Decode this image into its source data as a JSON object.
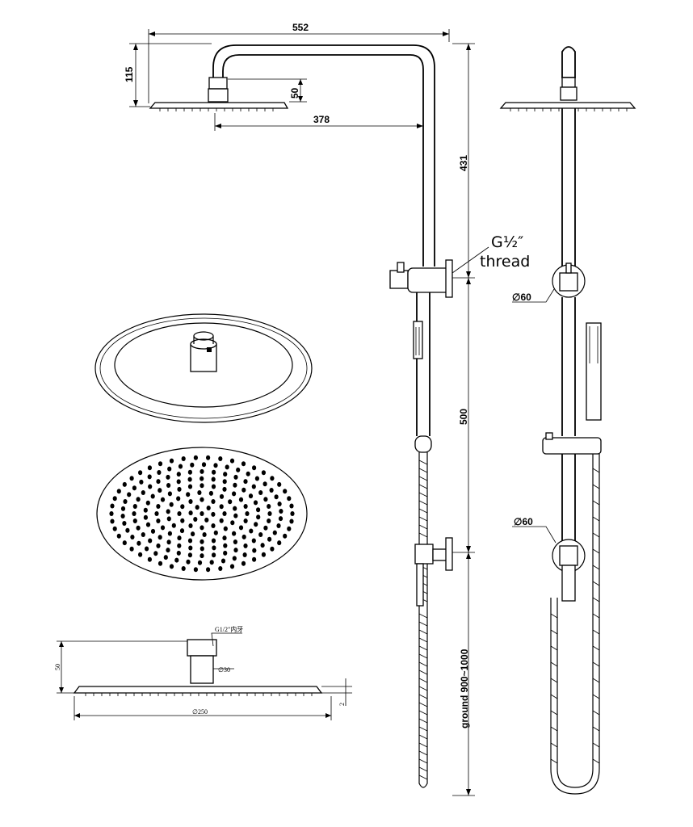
{
  "dimensions": {
    "arm_width": "552",
    "head_height": "115",
    "head_drop": "50",
    "arm_reach": "378",
    "riser_top": "431",
    "riser_mid": "500",
    "ground": "ground 900~1000",
    "bracket_dia_1": "∅60",
    "bracket_dia_2": "∅60",
    "head_side_height": "50",
    "head_inlet_dia": "∅30",
    "head_dia": "∅250",
    "plate_thickness": "2"
  },
  "callouts": {
    "thread_line1": "G½″",
    "thread_line2": "thread",
    "inlet_note": "G1/2\"内牙"
  }
}
